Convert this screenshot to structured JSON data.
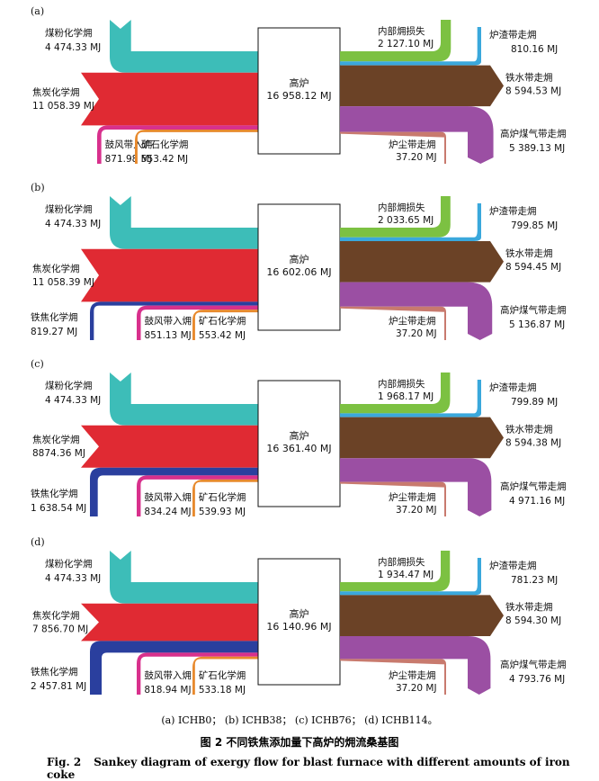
{
  "colors": {
    "coal_powder": "#3dbdb8",
    "coke": "#e02a33",
    "iron_coke": "#2a3f9e",
    "blast": "#d8308c",
    "ore": "#e88a2e",
    "internal_loss": "#7cc142",
    "slag": "#3aa8dc",
    "hot_metal": "#6b4226",
    "bf_gas": "#9b4fa3",
    "dust": "#c87a6e",
    "furnace_box": "#ffffff"
  },
  "panels": [
    {
      "tag": "(a)",
      "furnace": {
        "label": "高炉",
        "value": "16 958.12 MJ"
      },
      "inputs": [
        {
          "key": "coal_powder",
          "name": "煤粉化学㶲",
          "value": "4 474.33 MJ",
          "mj": 4474.33
        },
        {
          "key": "coke",
          "name": "焦炭化学㶲",
          "value": "11 058.39 MJ",
          "mj": 11058.39
        },
        {
          "key": "blast",
          "name": "鼓风带入㶲",
          "value": "871.98 MJ",
          "mj": 871.98
        },
        {
          "key": "ore",
          "name": "矿石化学㶲",
          "value": "553.42 MJ",
          "mj": 553.42
        }
      ],
      "outputs": [
        {
          "key": "internal_loss",
          "name": "内部㶲损失",
          "value": "2 127.10 MJ",
          "mj": 2127.1
        },
        {
          "key": "slag",
          "name": "炉渣带走㶲",
          "value": "810.16 MJ",
          "mj": 810.16
        },
        {
          "key": "hot_metal",
          "name": "铁水带走㶲",
          "value": "8 594.53 MJ",
          "mj": 8594.53
        },
        {
          "key": "bf_gas",
          "name": "高炉煤气带走㶲",
          "value": "5 389.13 MJ",
          "mj": 5389.13
        },
        {
          "key": "dust",
          "name": "炉尘带走㶲",
          "value": "37.20 MJ",
          "mj": 37.2
        }
      ]
    },
    {
      "tag": "(b)",
      "furnace": {
        "label": "高炉",
        "value": "16 602.06 MJ"
      },
      "inputs": [
        {
          "key": "coal_powder",
          "name": "煤粉化学㶲",
          "value": "4 474.33 MJ",
          "mj": 4474.33
        },
        {
          "key": "coke",
          "name": "焦炭化学㶲",
          "value": "11 058.39 MJ",
          "mj": 11058.39
        },
        {
          "key": "iron_coke",
          "name": "铁焦化学㶲",
          "value": "819.27 MJ",
          "mj": 819.27
        },
        {
          "key": "blast",
          "name": "鼓风带入㶲",
          "value": "851.13 MJ",
          "mj": 851.13
        },
        {
          "key": "ore",
          "name": "矿石化学㶲",
          "value": "553.42 MJ",
          "mj": 553.42
        }
      ],
      "outputs": [
        {
          "key": "internal_loss",
          "name": "内部㶲损失",
          "value": "2 033.65 MJ",
          "mj": 2033.65
        },
        {
          "key": "slag",
          "name": "炉渣带走㶲",
          "value": "799.85 MJ",
          "mj": 799.85
        },
        {
          "key": "hot_metal",
          "name": "铁水带走㶲",
          "value": "8 594.45 MJ",
          "mj": 8594.45
        },
        {
          "key": "bf_gas",
          "name": "高炉煤气带走㶲",
          "value": "5 136.87 MJ",
          "mj": 5136.87
        },
        {
          "key": "dust",
          "name": "炉尘带走㶲",
          "value": "37.20 MJ",
          "mj": 37.2
        }
      ]
    },
    {
      "tag": "(c)",
      "furnace": {
        "label": "高炉",
        "value": "16 361.40 MJ"
      },
      "inputs": [
        {
          "key": "coal_powder",
          "name": "煤粉化学㶲",
          "value": "4 474.33 MJ",
          "mj": 4474.33
        },
        {
          "key": "coke",
          "name": "焦炭化学㶲",
          "value": "8874.36 MJ",
          "mj": 8874.36
        },
        {
          "key": "iron_coke",
          "name": "铁焦化学㶲",
          "value": "1 638.54 MJ",
          "mj": 1638.54
        },
        {
          "key": "blast",
          "name": "鼓风带入㶲",
          "value": "834.24 MJ",
          "mj": 834.24
        },
        {
          "key": "ore",
          "name": "矿石化学㶲",
          "value": "539.93 MJ",
          "mj": 539.93
        }
      ],
      "outputs": [
        {
          "key": "internal_loss",
          "name": "内部㶲损失",
          "value": "1 968.17 MJ",
          "mj": 1968.17
        },
        {
          "key": "slag",
          "name": "炉渣带走㶲",
          "value": "799.89 MJ",
          "mj": 799.89
        },
        {
          "key": "hot_metal",
          "name": "铁水带走㶲",
          "value": "8 594.38 MJ",
          "mj": 8594.38
        },
        {
          "key": "bf_gas",
          "name": "高炉煤气带走㶲",
          "value": "4 971.16 MJ",
          "mj": 4971.16
        },
        {
          "key": "dust",
          "name": "炉尘带走㶲",
          "value": "37.20 MJ",
          "mj": 37.2
        }
      ]
    },
    {
      "tag": "(d)",
      "furnace": {
        "label": "高炉",
        "value": "16 140.96 MJ"
      },
      "inputs": [
        {
          "key": "coal_powder",
          "name": "煤粉化学㶲",
          "value": "4 474.33 MJ",
          "mj": 4474.33
        },
        {
          "key": "coke",
          "name": "焦炭化学㶲",
          "value": "7 856.70 MJ",
          "mj": 7856.7
        },
        {
          "key": "iron_coke",
          "name": "铁焦化学㶲",
          "value": "2 457.81 MJ",
          "mj": 2457.81
        },
        {
          "key": "blast",
          "name": "鼓风带入㶲",
          "value": "818.94 MJ",
          "mj": 818.94
        },
        {
          "key": "ore",
          "name": "矿石化学㶲",
          "value": "533.18 MJ",
          "mj": 533.18
        }
      ],
      "outputs": [
        {
          "key": "internal_loss",
          "name": "内部㶲损失",
          "value": "1 934.47 MJ",
          "mj": 1934.47
        },
        {
          "key": "slag",
          "name": "炉渣带走㶲",
          "value": "781.23 MJ",
          "mj": 781.23
        },
        {
          "key": "hot_metal",
          "name": "铁水带走㶲",
          "value": "8 594.30 MJ",
          "mj": 8594.3
        },
        {
          "key": "bf_gas",
          "name": "高炉煤气带走㶲",
          "value": "4 793.76 MJ",
          "mj": 4793.76
        },
        {
          "key": "dust",
          "name": "炉尘带走㶲",
          "value": "37.20 MJ",
          "mj": 37.2
        }
      ]
    }
  ],
  "legend": "(a) ICHB0； (b) ICHB38； (c) ICHB76； (d) ICHB114。",
  "caption_cn": "图 2   不同铁焦添加量下高炉的㶲流桑基图",
  "caption_en_num": "Fig. 2",
  "caption_en": "Sankey diagram of exergy flow for blast furnace with different amounts of iron coke"
}
